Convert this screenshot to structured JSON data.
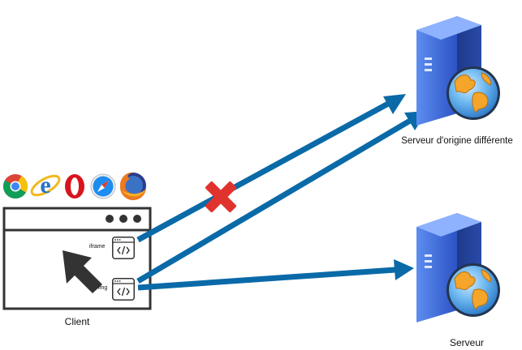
{
  "client": {
    "label": "Client"
  },
  "browsers": [
    "chrome-icon",
    "internet-explorer-icon",
    "opera-icon",
    "safari-icon",
    "firefox-icon"
  ],
  "embeds": [
    {
      "tag": "iframe",
      "code_icon": "code-icon"
    },
    {
      "tag": "img",
      "code_icon": "code-icon"
    }
  ],
  "servers": [
    {
      "label": "Serveur d'origine différente",
      "icon": "server-globe-icon"
    },
    {
      "label": "Serveur",
      "icon": "server-globe-icon"
    }
  ],
  "colors": {
    "arrow": "#0a6aa8",
    "blocked": "#e0332e",
    "frame": "#333333",
    "server_front": "#3b66d6",
    "server_side": "#24408f",
    "globe": "#4aa2e6",
    "land": "#f4a52a"
  }
}
